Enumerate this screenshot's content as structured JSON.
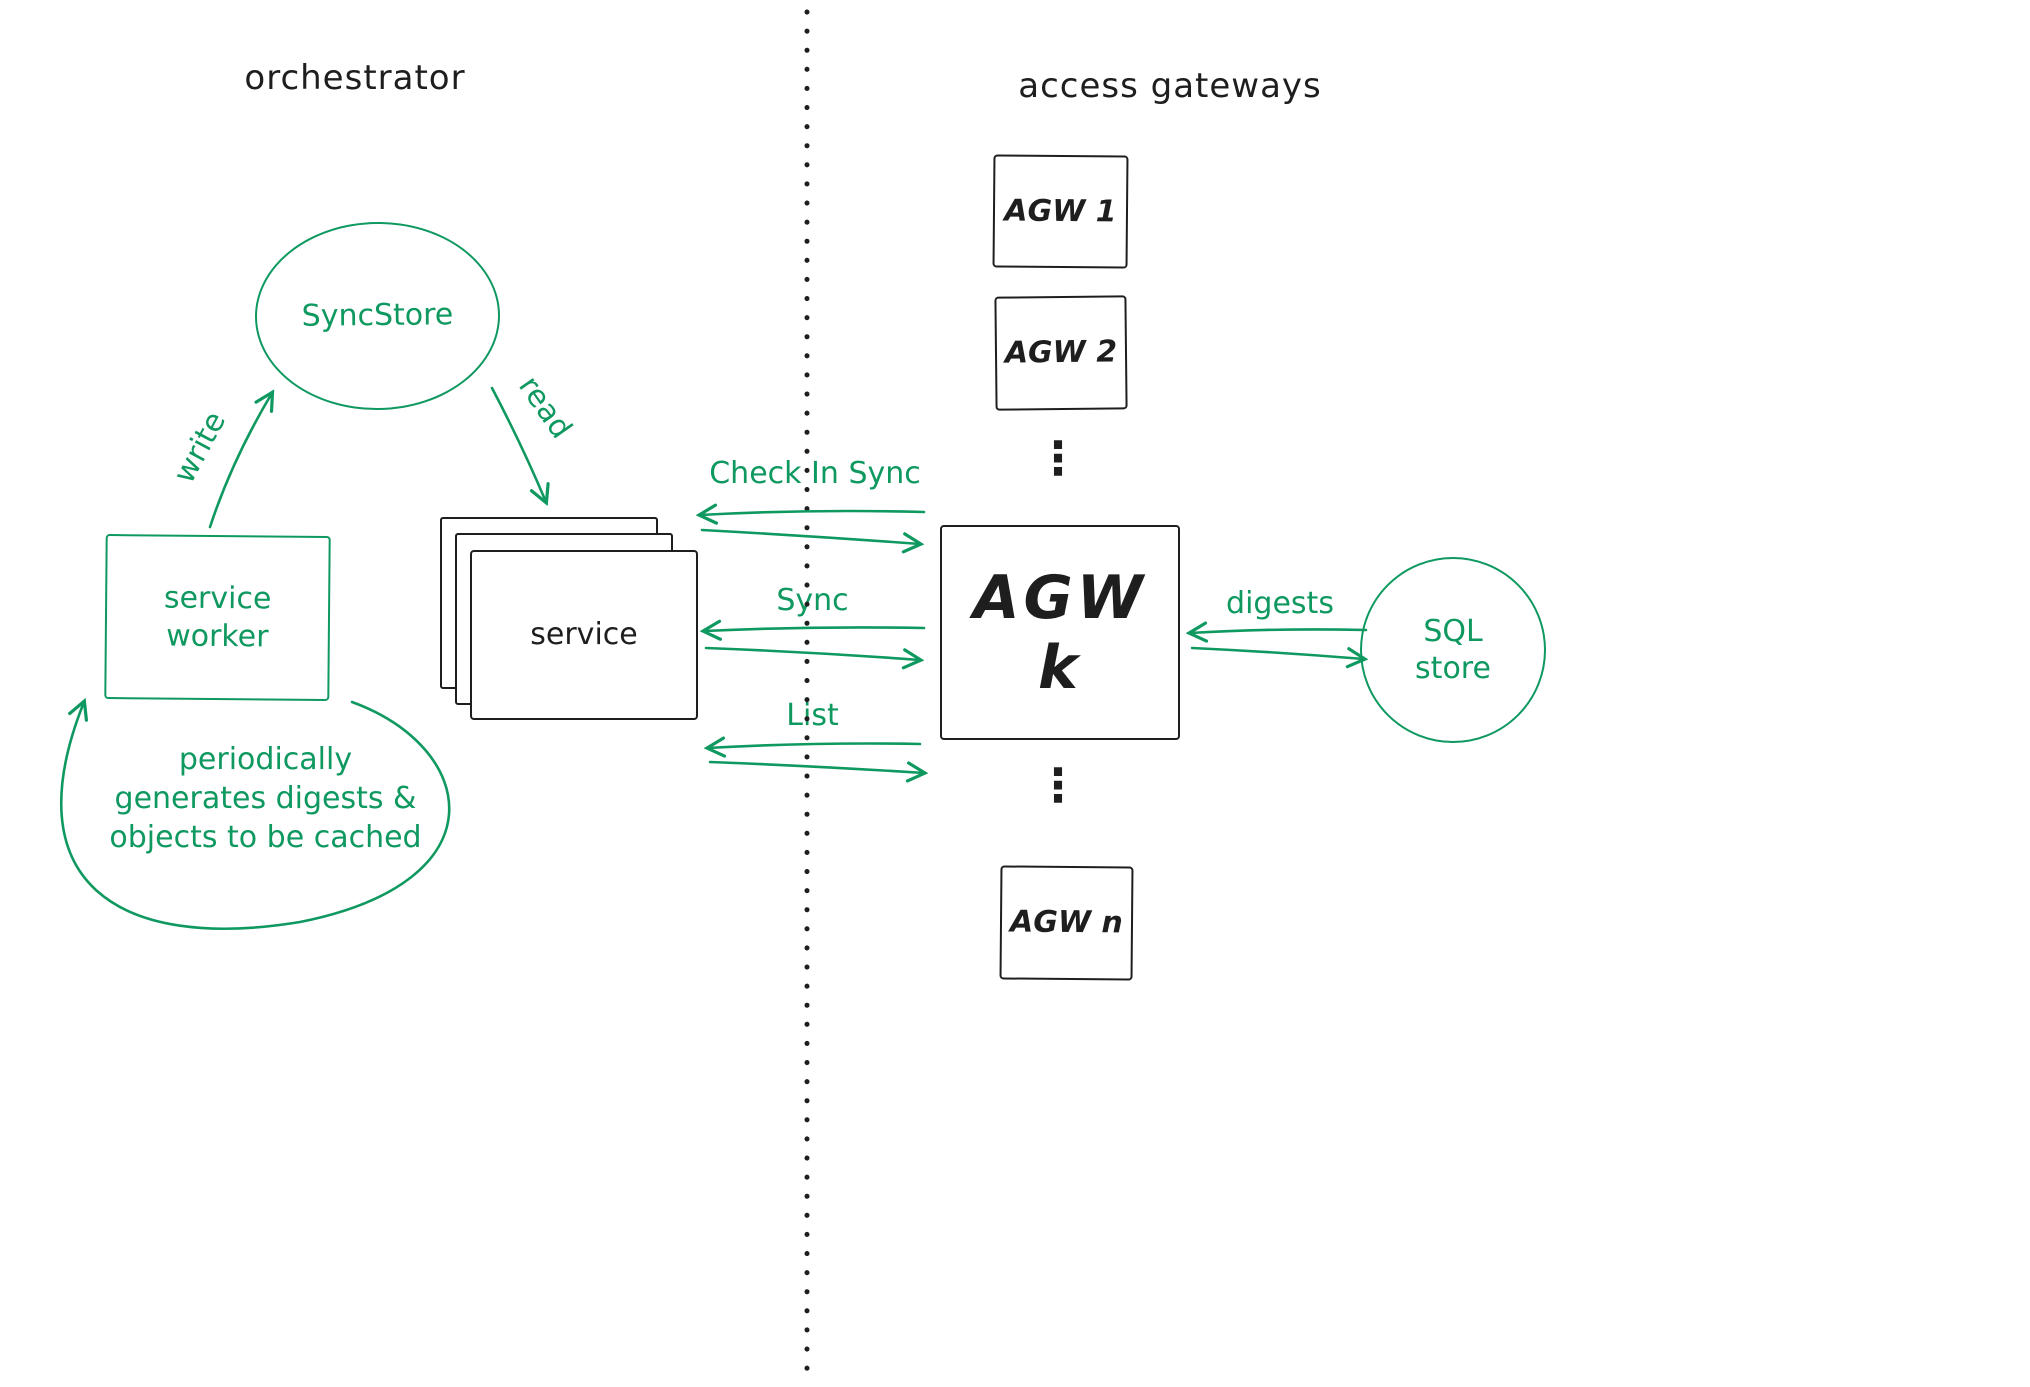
{
  "colors": {
    "green": "#0f9960",
    "ink": "#1e1e1e",
    "background": "#ffffff"
  },
  "headers": {
    "left": "orchestrator",
    "right": "access gateways"
  },
  "nodes": {
    "syncstore": "SyncStore",
    "service_worker": "service worker",
    "service": "service",
    "agw1": "AGW 1",
    "agw2": "AGW 2",
    "agwk": "AGW k",
    "agwn": "AGW n",
    "sql_store": "SQL store"
  },
  "edges": {
    "write": "write",
    "read": "read",
    "check_in_sync": "Check In Sync",
    "sync": "Sync",
    "list": "List",
    "digests": "digests"
  },
  "note": "periodically generates digests & objects to be cached",
  "ellipsis": "⋮"
}
